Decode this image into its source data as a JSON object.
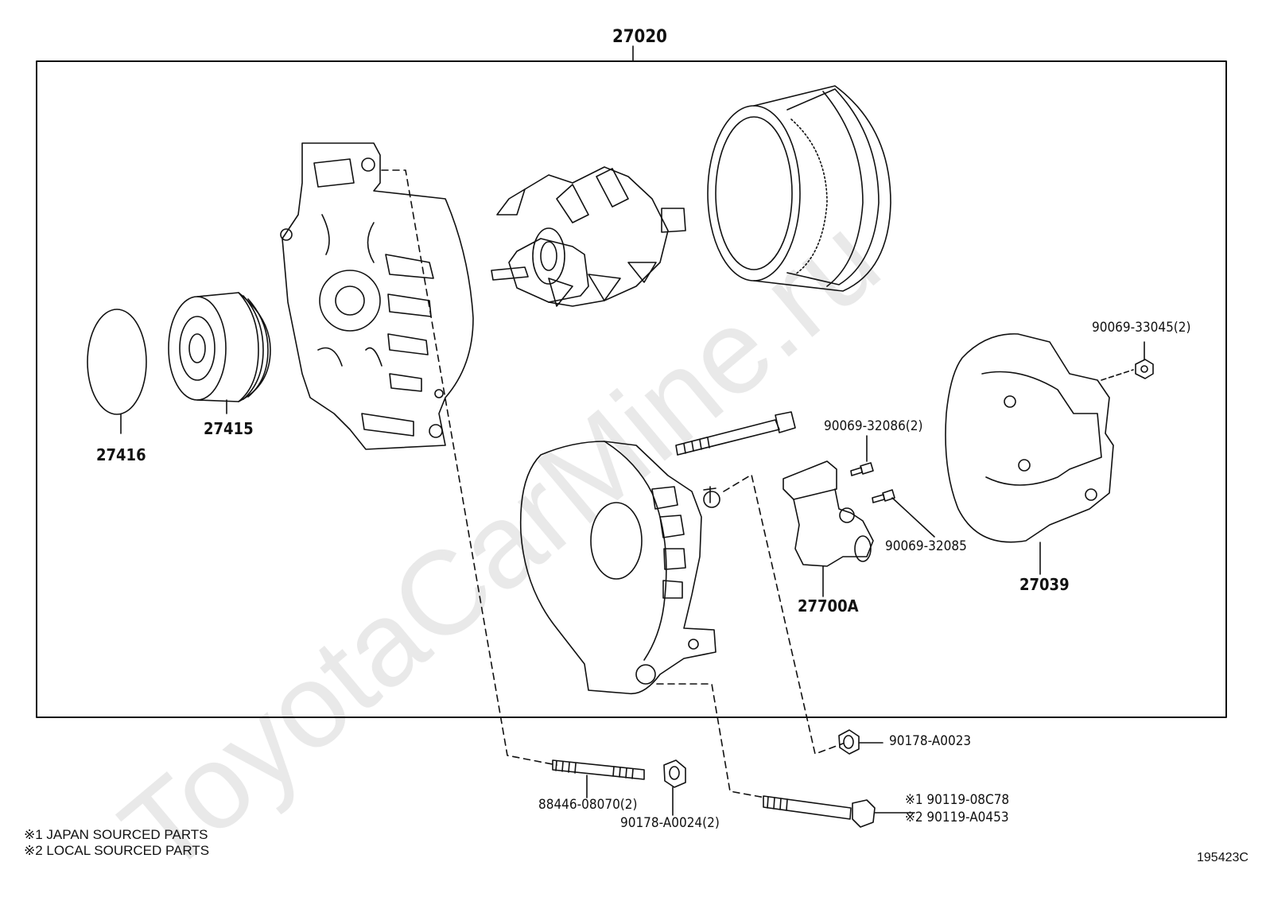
{
  "watermark": "ToyotaCarMine.ru",
  "assembly_label": "27020",
  "parts": {
    "p27416": "27416",
    "p27415": "27415",
    "p90069_33045": "90069-33045(2)",
    "p90069_32086": "90069-32086(2)",
    "p90069_32085": "90069-32085",
    "p27039": "27039",
    "p27700A": "27700A",
    "p90178_A0023": "90178-A0023",
    "p88446_08070": "88446-08070(2)",
    "p90178_A0024": "90178-A0024(2)",
    "p90119_08C78": "※1 90119-08C78",
    "p90119_A0453": "※2 90119-A0453"
  },
  "notes": {
    "japan": "※1  JAPAN SOURCED PARTS",
    "local": "※2  LOCAL SOURCED PARTS"
  },
  "diagram_code": "195423C",
  "colors": {
    "line": "#111111",
    "watermark": "#e9e9e9",
    "background": "#ffffff"
  }
}
